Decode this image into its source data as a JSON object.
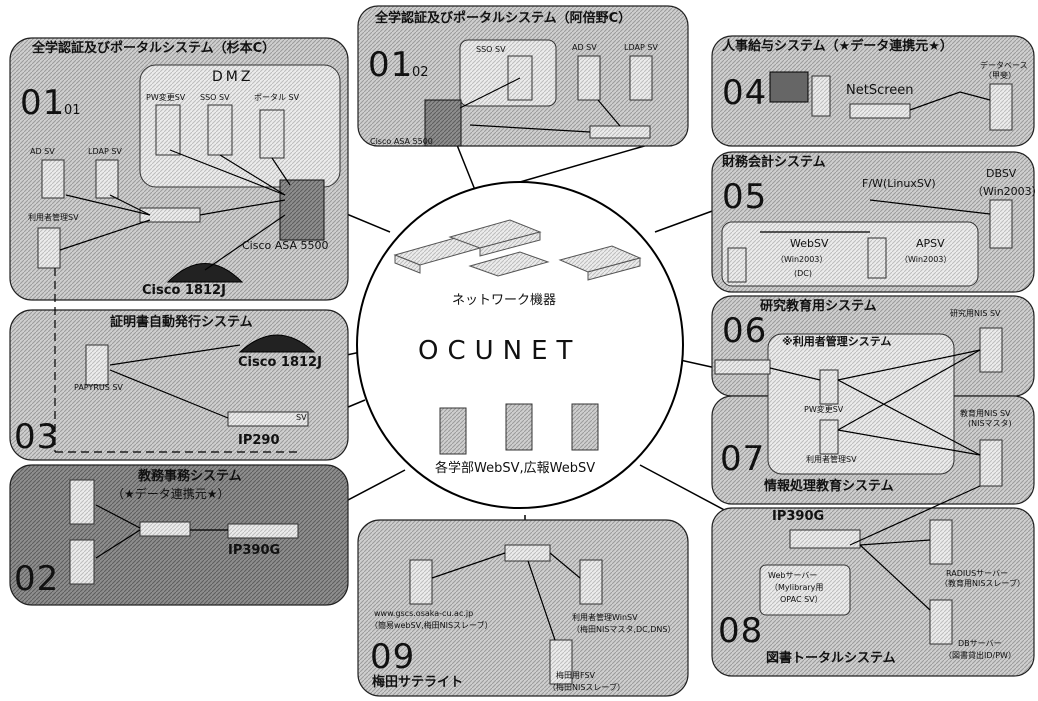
{
  "center": {
    "title": "OCUNET",
    "network_label": "ネットワーク機器",
    "web_label": "各学部WebSV,広報WebSV"
  },
  "systems": [
    {
      "id": "01-01",
      "num": "01",
      "sub": "01",
      "title": "全学認証及びポータルシステム（杉本C）",
      "dmz": "DMZ",
      "labels": [
        "PW変更SV",
        "SSO SV",
        "ポータル SV",
        "AD SV",
        "LDAP SV",
        "利用者管理SV"
      ],
      "devices": [
        "Cisco ASA 5500",
        "Cisco 1812J"
      ]
    },
    {
      "id": "01-02",
      "num": "01",
      "sub": "02",
      "title": "全学認証及びポータルシステム（阿倍野C）",
      "labels": [
        "SSO SV",
        "AD SV",
        "LDAP SV"
      ],
      "devices": [
        "Cisco ASA 5500"
      ]
    },
    {
      "id": "03",
      "num": "03",
      "title": "証明書自動発行システム",
      "labels": [
        "PAPYRUS SV",
        "SV"
      ],
      "devices": [
        "Cisco 1812J",
        "IP290"
      ]
    },
    {
      "id": "02",
      "num": "02",
      "title": "教務事務システム",
      "subtitle": "（★データ連携元★）",
      "devices": [
        "IP390G"
      ]
    },
    {
      "id": "04",
      "num": "04",
      "title": "人事給与システム（★データ連携元★）",
      "labels": [
        "データベース",
        "（甲斐）"
      ],
      "devices": [
        "NetScreen"
      ]
    },
    {
      "id": "05",
      "num": "05",
      "title": "財務会計システム",
      "labels": [
        "F/W(LinuxSV)",
        "DBSV",
        "（Win2003）",
        "WebSV",
        "（Win2003）",
        "(DC)",
        "APSV",
        "（Win2003）"
      ]
    },
    {
      "id": "06",
      "num": "06",
      "title": "研究教育用システム",
      "labels": [
        "研究用NIS SV",
        "※利用者管理システム",
        "PW変更SV",
        "利用者管理SV",
        "教育用NIS SV",
        "(NISマスタ)"
      ]
    },
    {
      "id": "07",
      "num": "07",
      "title": "情報処理教育システム"
    },
    {
      "id": "08",
      "num": "08",
      "title": "図書トータルシステム",
      "labels": [
        "RADIUSサーバー",
        "（教育用NISスレーブ）",
        "Webサーバー",
        "（Mylibrary用",
        "OPAC SV）",
        "DBサーバー",
        "（図書貸出ID/PW）"
      ],
      "devices": [
        "IP390G"
      ]
    },
    {
      "id": "09",
      "num": "09",
      "title": "梅田サテライト",
      "labels": [
        "www.gscs.osaka-cu.ac.jp",
        "（簡易webSV,梅田NISスレーブ）",
        "利用者管理WinSV",
        "（梅田NISマスタ,DC,DNS）",
        "梅田用FSV",
        "（梅田NISスレーブ）"
      ]
    }
  ]
}
